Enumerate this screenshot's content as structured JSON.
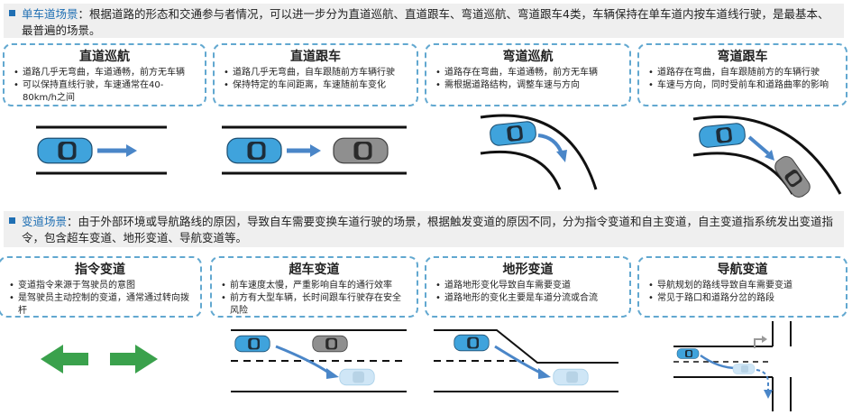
{
  "section1": {
    "label": "单车道场景",
    "text": "：根据道路的形态和交通参与者情况，可以进一步分为直道巡航、直道跟车、弯道巡航、弯道跟车4类，车辆保持在单车道内按车道线行驶，是最基本、最普遍的场景。",
    "cards": [
      {
        "title": "直道巡航",
        "bullets": [
          "道路几乎无弯曲，车道通畅，前方无车辆",
          "可以保持直线行驶，车速通常在40-80km/h之间"
        ]
      },
      {
        "title": "直道跟车",
        "bullets": [
          "道路几乎无弯曲，自车跟随前方车辆行驶",
          "保持特定的车间距离，车速随前车变化"
        ]
      },
      {
        "title": "弯道巡航",
        "bullets": [
          "道路存在弯曲，车道通畅，前方无车辆",
          "需根据道路结构，调整车速与方向"
        ]
      },
      {
        "title": "弯道跟车",
        "bullets": [
          "道路存在弯曲，自车跟随前方的车辆行驶",
          "车速与方向，同时受前车和道路曲率的影响"
        ]
      }
    ]
  },
  "section2": {
    "label": "变道场景",
    "text": "：由于外部环境或导航路线的原因，导致自车需要变换车道行驶的场景，根据触发变道的原因不同，分为指令变道和自主变道，自主变道指系统发出变道指令，包含超车变道、地形变道、导航变道等。",
    "cards": [
      {
        "title": "指令变道",
        "bullets": [
          "变道指令来源于驾驶员的意图",
          "是驾驶员主动控制的变道，通常通过转向拨杆"
        ]
      },
      {
        "title": "超车变道",
        "bullets": [
          "前车速度太慢，严重影响自车的通行效率",
          "前方有大型车辆，长时间跟车行驶存在安全风险"
        ]
      },
      {
        "title": "地形变道",
        "bullets": [
          "道路地形变化导致自车需要变道",
          "道路地形的变化主要是车道分流或合流"
        ]
      },
      {
        "title": "导航变道",
        "bullets": [
          "导航规划的路线导致自车需要变道",
          "常见于路口和道路分岔的路段"
        ]
      }
    ]
  },
  "colors": {
    "accent": "#1f6fb3",
    "card_border": "#62a8d0",
    "ego_car": "#3fa3dc",
    "lead_car": "#8f8f8f",
    "arrow_blue": "#4a86c8",
    "arrow_green": "#3aa14c"
  }
}
